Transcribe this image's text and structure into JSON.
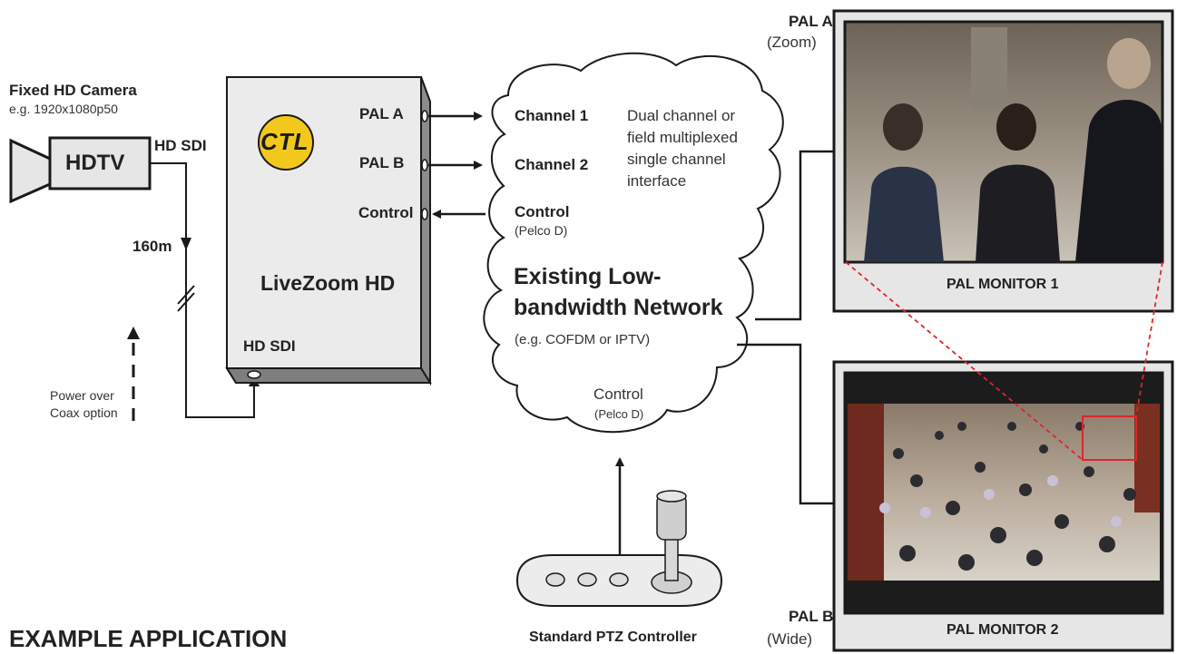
{
  "camera": {
    "title": "Fixed HD Camera",
    "resolution": "e.g. 1920x1080p50",
    "body_label": "HDTV",
    "output_label": "HD SDI",
    "cable_length": "160m"
  },
  "power": {
    "line1": "Power over",
    "line2": "Coax option"
  },
  "device": {
    "logo_text": "CTL",
    "name": "LiveZoom HD",
    "port_pal_a": "PAL A",
    "port_pal_b": "PAL B",
    "port_control": "Control",
    "port_input": "HD SDI"
  },
  "network": {
    "channel1": "Channel 1",
    "channel2": "Channel 2",
    "control": "Control",
    "control_protocol": "(Pelco D)",
    "note_line1": "Dual channel or",
    "note_line2": "field multiplexed",
    "note_line3": "single channel",
    "note_line4": "interface",
    "title_line1": "Existing Low-",
    "title_line2": "bandwidth Network",
    "example": "(e.g. COFDM or IPTV)",
    "lower_control": "Control",
    "lower_protocol": "(Pelco D)"
  },
  "controller": {
    "label": "Standard PTZ Controller"
  },
  "monitors": {
    "monitor1": {
      "label": "PAL MONITOR 1",
      "feed": "PAL A",
      "mode": "(Zoom)"
    },
    "monitor2": {
      "label": "PAL MONITOR 2",
      "feed": "PAL B",
      "mode": "(Wide)"
    }
  },
  "caption": "EXAMPLE APPLICATION",
  "colors": {
    "logo_yellow": "#f2c81c",
    "zoom_box_red": "#e0242b",
    "line": "#1a1a1a",
    "monitor_bezel": "#e6e6e6",
    "device_face": "#ebebeb",
    "device_side": "#9a9a9a"
  }
}
